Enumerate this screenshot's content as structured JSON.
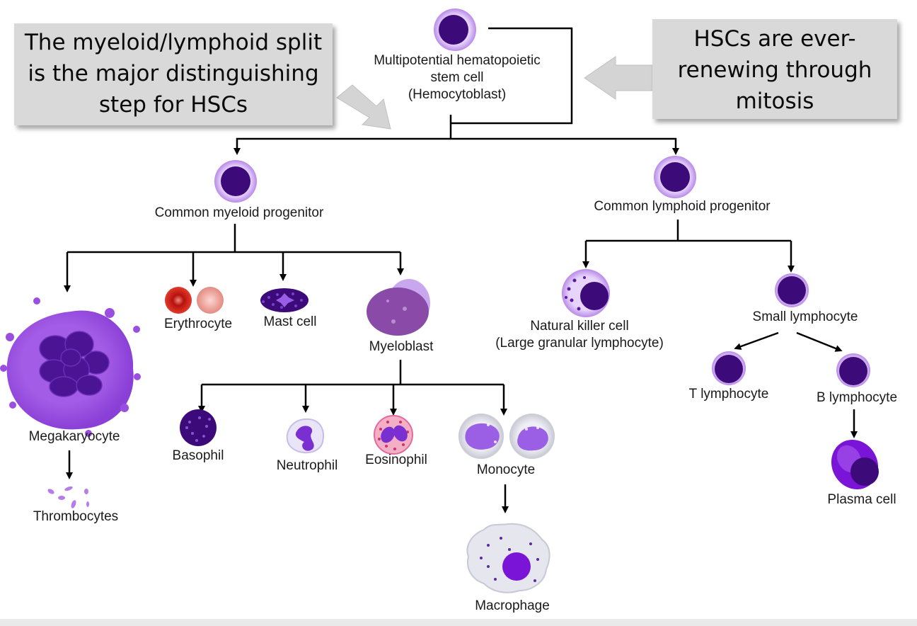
{
  "callouts": {
    "left": [
      "The myeloid/lymphoid split",
      "is the major distinguishing",
      "step for HSCs"
    ],
    "right": [
      "HSCs are ever-",
      "renewing through",
      "mitosis"
    ]
  },
  "labels": {
    "hsc": [
      "Multipotential hematopoietic",
      "stem cell",
      "(Hemocytoblast)"
    ],
    "cmp": "Common myeloid progenitor",
    "clp": "Common lymphoid progenitor",
    "megakaryocyte": "Megakaryocyte",
    "thrombocytes": "Thrombocytes",
    "erythrocyte": "Erythrocyte",
    "mast_cell": "Mast cell",
    "myeloblast": "Myeloblast",
    "basophil": "Basophil",
    "neutrophil": "Neutrophil",
    "eosinophil": "Eosinophil",
    "monocyte": "Monocyte",
    "macrophage": "Macrophage",
    "nk_cell": [
      "Natural killer cell",
      "(Large granular lymphocyte)"
    ],
    "small_lymphocyte": "Small lymphocyte",
    "t_lymphocyte": "T lymphocyte",
    "b_lymphocyte": "B lymphocyte",
    "plasma_cell": "Plasma cell"
  },
  "colors": {
    "nucleus": "#3d0a7a",
    "membrane": "#c9a6f2",
    "megakaryocyte": "#9b4fe0",
    "erythrocyte": "#d9281e",
    "callout_bg": "#d9d9d9",
    "arrow": "#000000"
  }
}
